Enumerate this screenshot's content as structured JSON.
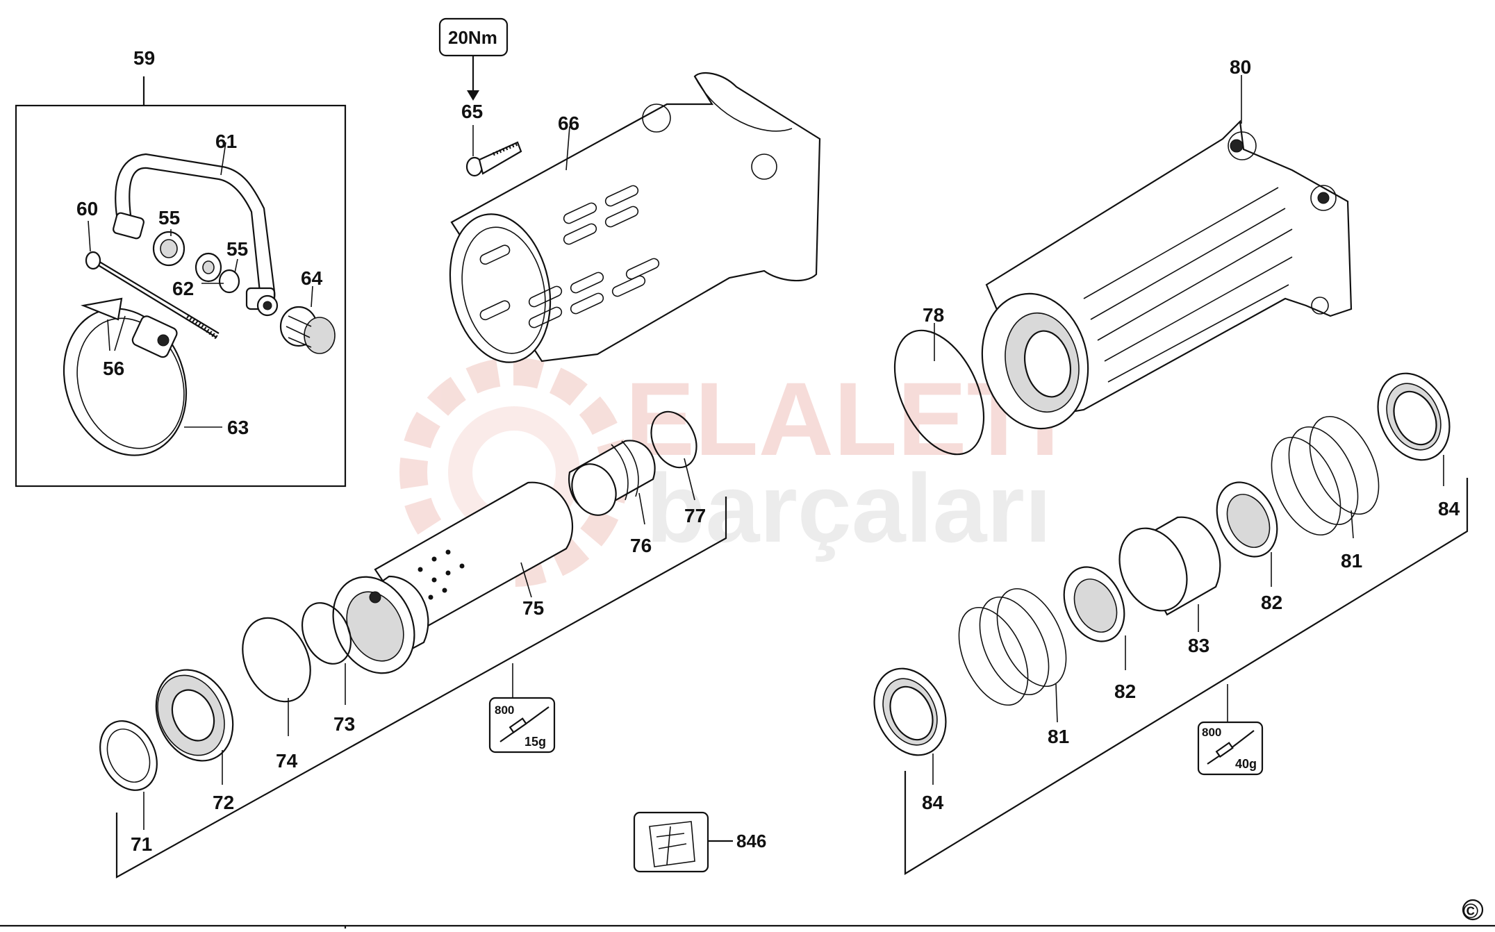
{
  "diagram": {
    "callouts": {
      "59": "59",
      "61": "61",
      "60": "60",
      "55a": "55",
      "55b": "55",
      "62": "62",
      "64": "64",
      "56": "56",
      "63": "63",
      "torque": "20Nm",
      "65": "65",
      "66": "66",
      "80": "80",
      "78": "78",
      "77": "77",
      "76": "76",
      "75": "75",
      "73": "73",
      "74": "74",
      "72": "72",
      "71": "71",
      "84a": "84",
      "81a": "81",
      "82a": "82",
      "83": "83",
      "82b": "82",
      "81b": "81",
      "84b": "84",
      "846": "846"
    },
    "grease_left": {
      "temp": "800",
      "amount": "15g"
    },
    "grease_right": {
      "temp": "800",
      "amount": "40g"
    },
    "watermark": {
      "line1": "ELALETI",
      "line2": "barçaları"
    },
    "copyright": "©"
  }
}
